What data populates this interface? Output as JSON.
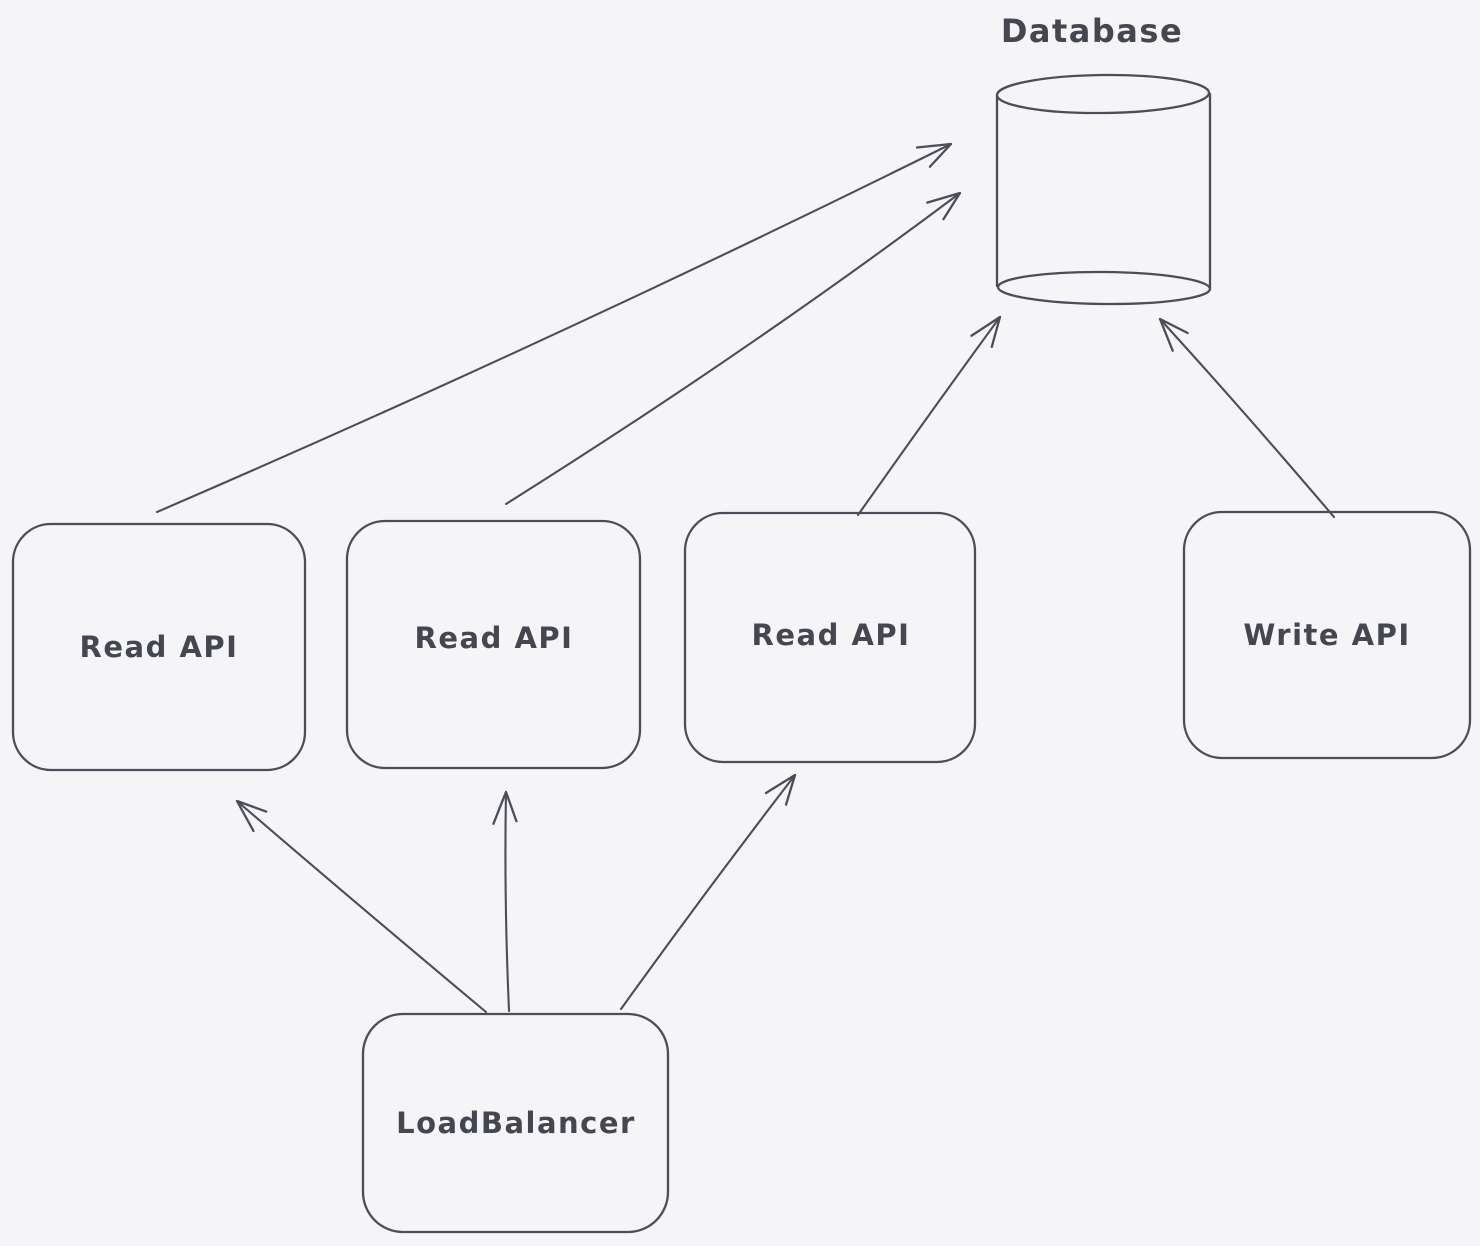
{
  "canvas": {
    "background_color": "#f5f5f7",
    "stroke_color": "#4a4e58",
    "text_color": "#44474f",
    "style": "hand-drawn whiteboard diagram"
  },
  "nodes": {
    "database": {
      "label": "Database",
      "type": "cylinder"
    },
    "read_api_1": {
      "label": "Read API",
      "type": "rectangle"
    },
    "read_api_2": {
      "label": "Read API",
      "type": "rectangle"
    },
    "read_api_3": {
      "label": "Read API",
      "type": "rectangle"
    },
    "write_api": {
      "label": "Write API",
      "type": "rectangle"
    },
    "load_balancer": {
      "label": "LoadBalancer",
      "type": "rectangle"
    }
  },
  "edges": [
    {
      "from": "read_api_1",
      "to": "database",
      "arrow": "open-head"
    },
    {
      "from": "read_api_2",
      "to": "database",
      "arrow": "open-head"
    },
    {
      "from": "read_api_3",
      "to": "database",
      "arrow": "open-head"
    },
    {
      "from": "write_api",
      "to": "database",
      "arrow": "open-head"
    },
    {
      "from": "load_balancer",
      "to": "read_api_1",
      "arrow": "open-head"
    },
    {
      "from": "load_balancer",
      "to": "read_api_2",
      "arrow": "open-head"
    },
    {
      "from": "load_balancer",
      "to": "read_api_3",
      "arrow": "open-head"
    }
  ]
}
